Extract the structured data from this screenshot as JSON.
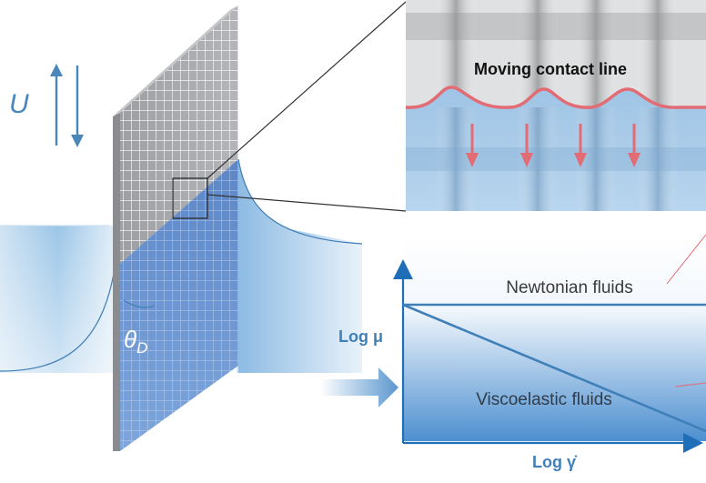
{
  "labels": {
    "velocity": "U",
    "contact_angle": "θ",
    "contact_angle_sub": "D",
    "contact_line": "Moving contact line",
    "newtonian": "Newtonian fluids",
    "viscoelastic": "Viscoelastic fluids",
    "y_axis": "Log μ",
    "x_axis": "Log γ̇"
  },
  "colors": {
    "accent_blue": "#4a86b9",
    "fluid_blue": "#7fb2dd",
    "contact_line_red": "#e36b73",
    "plate_gray": "#a9abad",
    "grid_white": "#ffffff"
  }
}
